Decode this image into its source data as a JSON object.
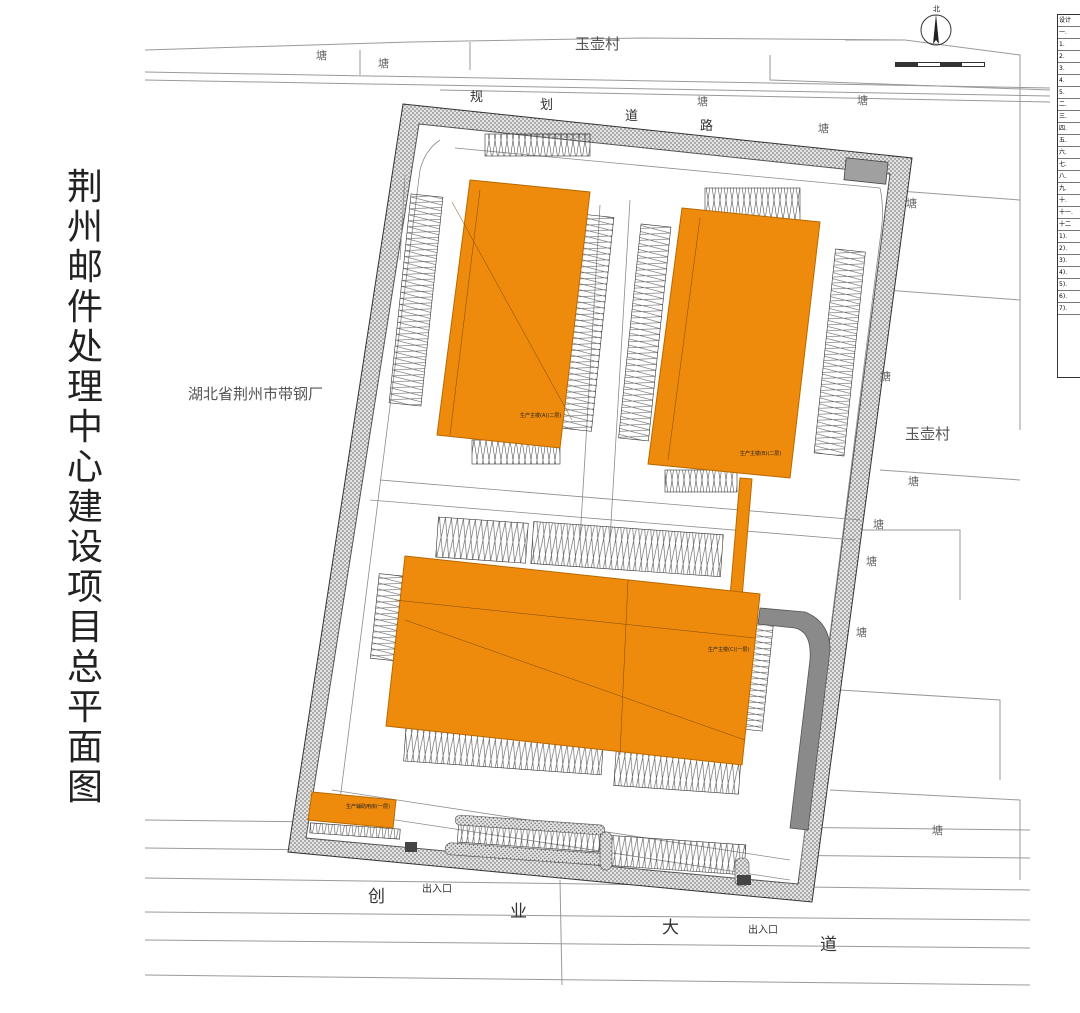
{
  "title": "荆州邮件处理中心建设项目总平面图",
  "neighbors": {
    "village_top": "玉壶村",
    "village_right": "玉壶村",
    "factory": "湖北省荆州市带钢厂"
  },
  "roads": {
    "planned_road": [
      "规",
      "划",
      "道",
      "路"
    ],
    "main_road": [
      "创",
      "业",
      "大",
      "道"
    ]
  },
  "pond_label": "塘",
  "gates": {
    "gate_left": "出入口",
    "gate_right": "出入口"
  },
  "north_label": "北",
  "legend_rows": [
    "设计",
    "一.",
    "1.",
    "2.",
    "3.",
    "4.",
    "5.",
    "二.",
    "三.",
    "四.",
    "五.",
    "六.",
    "七.",
    "八.",
    "九.",
    "十.",
    "十一.",
    "十二",
    "1).",
    "2).",
    "3).",
    "4).",
    "5).",
    "6).",
    "7)."
  ],
  "building_labels": {
    "b1": "生产主楼(A)(二层)",
    "b2": "生产主楼(B)(二层)",
    "b3": "生产主楼(C)(一层)",
    "b4": "生产辅助用房(一层)"
  },
  "colors": {
    "building": "#ee8a0c",
    "building_edge": "#b86a00",
    "hatch": "#555555",
    "landscape": "#d8d8d8",
    "line": "#777777",
    "canopy": "#8a8a8a"
  }
}
